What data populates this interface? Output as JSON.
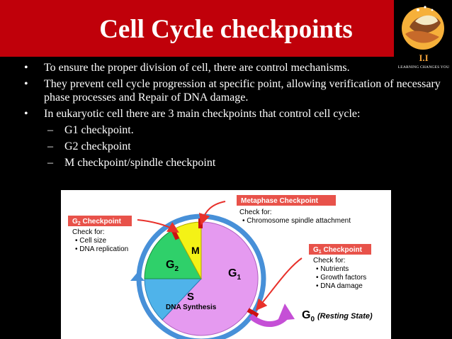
{
  "slide": {
    "title": "Cell Cycle checkpoints",
    "logo": {
      "mark": "I.I",
      "tagline": "LEARNING CHANGES YOU"
    },
    "bullets": [
      "To ensure the proper division of cell, there are control mechanisms.",
      "They prevent cell cycle progression at specific point, allowing verification of necessary phase processes and Repair of DNA damage.",
      "In eukaryotic cell there are 3 main checkpoints that control cell cycle:"
    ],
    "sub_bullets": [
      "G1 checkpoint.",
      "G2 checkpoint",
      "M checkpoint/spindle checkpoint"
    ],
    "bullet_marker": "•",
    "sub_marker": "–"
  },
  "diagram": {
    "metaphase": {
      "title": "Metaphase Checkpoint",
      "check_for": "Check for:",
      "items": [
        "• Chromosome spindle attachment"
      ]
    },
    "g2": {
      "title_prefix": "G",
      "title_sub": "2",
      "title_suffix": " Checkpoint",
      "check_for": "Check for:",
      "items": [
        "• Cell size",
        "• DNA replication"
      ]
    },
    "g1": {
      "title_prefix": "G",
      "title_sub": "1",
      "title_suffix": " Checkpoint",
      "check_for": "Check for:",
      "items": [
        "• Nutrients",
        "• Growth factors",
        "• DNA damage"
      ]
    },
    "phases": {
      "m": "M",
      "g2_main": "G",
      "g2_sub": "2",
      "g1_main": "G",
      "g1_sub": "1",
      "s": "S",
      "s_desc": "DNA Synthesis"
    },
    "g0": {
      "main": "G",
      "sub": "0",
      "desc": "(Resting State)"
    },
    "colors": {
      "g1": "#e59af0",
      "g2": "#2fd06a",
      "s": "#4fb3ea",
      "m": "#f4f216",
      "box_fill": "#e8524a",
      "arrow": "#e8312b",
      "cycle_arrow": "#4790d8",
      "g0_arrow": "#c54fd6",
      "tick": "#cc1111"
    }
  }
}
